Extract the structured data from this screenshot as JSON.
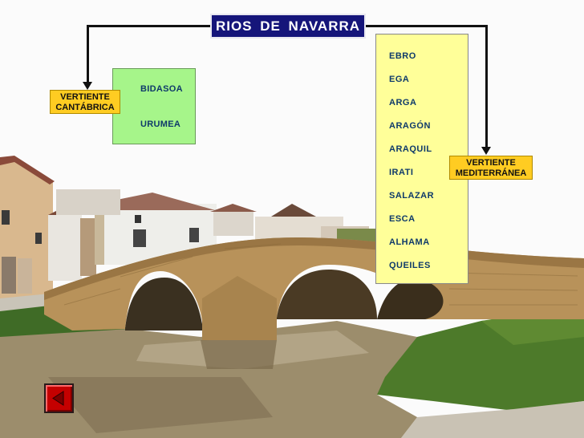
{
  "title": "RIOS  DE  NAVARRA",
  "cantabrica": {
    "label_line1": "VERTIENTE",
    "label_line2": "CANTÁBRICA",
    "rivers": [
      "BIDASOA",
      "URUMEA"
    ]
  },
  "mediterranea": {
    "label_line1": "VERTIENTE",
    "label_line2": "MEDITERRÁNEA",
    "rivers": [
      "EBRO",
      "EGA",
      "ARGA",
      "ARAGÓN",
      "ARAQUIL",
      "IRATI",
      "SALAZAR",
      "ESCA",
      "ALHAMA",
      "QUEILES"
    ]
  },
  "colors": {
    "title_bg": "#15157a",
    "cantabrica_box": "#a6f58a",
    "mediterranea_box": "#ffff99",
    "label_bg": "#ffcc22",
    "back_button": "#c40000"
  },
  "icons": {
    "back": "back-arrow-icon"
  }
}
